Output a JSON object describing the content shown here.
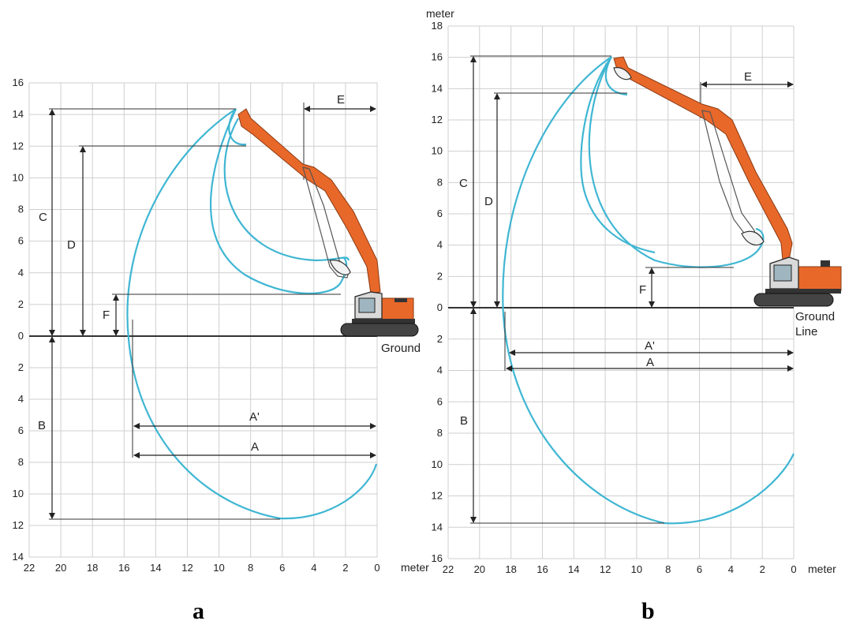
{
  "panels": [
    {
      "id": "a",
      "caption": "a",
      "y_unit": "",
      "x_unit": "meter",
      "y_ticks_above": [
        "16",
        "14",
        "12",
        "10",
        "8",
        "6",
        "4",
        "2",
        "0"
      ],
      "y_ticks_below": [
        "2",
        "4",
        "6",
        "8",
        "10",
        "12",
        "14"
      ],
      "x_ticks": [
        "22",
        "20",
        "18",
        "16",
        "14",
        "12",
        "10",
        "8",
        "6",
        "4",
        "2",
        "0"
      ],
      "ground_label": [
        "Ground"
      ],
      "dimensions": [
        "C",
        "D",
        "F",
        "B",
        "A'",
        "A",
        "E"
      ],
      "values_m": {
        "C": 14.4,
        "D": 12.0,
        "F": 2.7,
        "B": 11.5,
        "A_prime": 15.2,
        "A": 15.4,
        "E": 4.5
      }
    },
    {
      "id": "b",
      "caption": "b",
      "y_unit": "meter",
      "x_unit": "meter",
      "y_ticks_above": [
        "18",
        "16",
        "14",
        "12",
        "10",
        "8",
        "6",
        "4",
        "2",
        "0"
      ],
      "y_ticks_below": [
        "2",
        "4",
        "6",
        "8",
        "10",
        "12",
        "14",
        "16"
      ],
      "x_ticks": [
        "22",
        "20",
        "18",
        "16",
        "14",
        "12",
        "10",
        "8",
        "6",
        "4",
        "2",
        "0"
      ],
      "ground_label": [
        "Ground",
        "Line"
      ],
      "dimensions": [
        "C",
        "D",
        "F",
        "B",
        "A'",
        "A",
        "E"
      ],
      "values_m": {
        "C": 16.0,
        "D": 13.6,
        "F": 2.6,
        "B": 13.7,
        "A_prime": 18.0,
        "A": 18.2,
        "E": 5.9
      }
    }
  ],
  "colors": {
    "reach_curve": "#3fb6d3",
    "grid": "#cfcfcf",
    "dimension_line": "#222222",
    "machine_body": "#e8682a",
    "machine_dark": "#2a2a2a"
  }
}
